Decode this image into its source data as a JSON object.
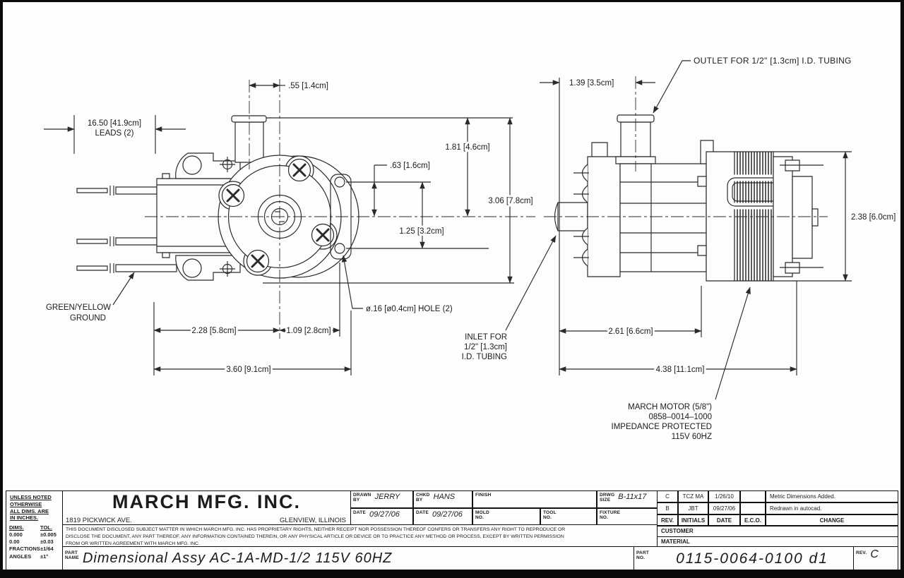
{
  "drawing": {
    "front": {
      "dim_leads_1": "16.50 [41.9cm]",
      "dim_leads_2": "LEADS (2)",
      "dim_offset": ".55 [1.4cm]",
      "dim_181": "1.81 [4.6cm]",
      "dim_63": ".63 [1.6cm]",
      "dim_306": "3.06 [7.8cm]",
      "dim_125": "1.25 [3.2cm]",
      "dim_228": "2.28 [5.8cm]",
      "dim_109": "1.09 [2.8cm]",
      "dim_360": "3.60 [9.1cm]",
      "hole_note": "ø.16 [ø0.4cm] HOLE (2)",
      "ground_1": "GREEN/YELLOW",
      "ground_2": "GROUND"
    },
    "side": {
      "outlet_note": "OUTLET FOR 1/2\" [1.3cm] I.D. TUBING",
      "dim_139": "1.39 [3.5cm]",
      "dim_238": "2.38 [6.0cm]",
      "dim_261": "2.61 [6.6cm]",
      "dim_438": "4.38 [11.1cm]",
      "inlet_1": "INLET FOR",
      "inlet_2": "1/2\" [1.3cm]",
      "inlet_3": "I.D. TUBING",
      "motor_1": "MARCH MOTOR (5/8\")",
      "motor_2": "0858–0014–1000",
      "motor_3": "IMPEDANCE PROTECTED",
      "motor_4": "115V 60HZ"
    }
  },
  "titleblock": {
    "tol": {
      "note": "UNLESS NOTED\nOTHERWISE\nALL DIMS. ARE\nIN INCHES.",
      "dims_h": "DIMS.",
      "tol_h": "TOL.",
      "rows": [
        [
          "0.000",
          "±0.005"
        ],
        [
          "0.00",
          "±0.03"
        ],
        [
          "FRACTIONS",
          "±1/64"
        ],
        [
          "ANGLES",
          "±1°"
        ]
      ]
    },
    "company": {
      "name": "MARCH MFG. INC.",
      "address": "1819 PICKWICK AVE.",
      "city": "GLENVIEW, ILLINOIS"
    },
    "proprietary": "THIS DOCUMENT DISCLOSED SUBJECT MATTER IN WHICH MARCH MFG. INC. HAS PROPRIETARY RIGHTS, NEITHER RECEIPT NOR POSSESSION THEREOF CONFERS OR TRANSFERS ANY RIGHT TO REPRODUCE OR\nDISCLOSE THE DOCUMENT, ANY PART THEREOF, ANY INFORMATION CONTAINED THEREIN, OR ANY PHYSICAL ARTICLE OR DEVICE OR TO PRACTICE ANY METHOD OR PROCESS, EXCEPT BY WRITTEN PERMISSION\nFROM OR WRITTEN AGREEMENT WITH MARCH MFG. INC.",
    "cells": {
      "drawn_label": "DRAWN\nBY",
      "drawn_value": "JERRY",
      "chkd_label": "CHKD\nBY",
      "chkd_value": "HANS",
      "finish_label": "FINISH",
      "drwg_label": "DRWG\nSIZE",
      "drwg_value": "B-11x17",
      "date1_label": "DATE",
      "date1_value": "09/27/06",
      "date2_label": "DATE",
      "date2_value": "09/27/06",
      "mold_label": "MOLD\nNO.",
      "tool_label": "TOOL\nNO.",
      "fixture_label": "FIXTURE\nNO."
    },
    "partname": {
      "label": "PART\nNAME",
      "value": "Dimensional Assy AC-1A-MD-1/2 115V 60HZ"
    },
    "partno": {
      "label": "PART\nNO.",
      "value": "0115-0064-0100 d1",
      "rev_label": "REV.",
      "rev_value": "C"
    },
    "rev": {
      "headers": [
        "REV.",
        "INITIALS",
        "DATE",
        "E.C.O.",
        "CHANGE"
      ],
      "rows": [
        {
          "rev": "C",
          "initials": "TCZ MA",
          "date": "1/26/10",
          "eco": "",
          "change": "Metric Dimensions Added."
        },
        {
          "rev": "B",
          "initials": "JBT",
          "date": "09/27/06",
          "eco": "",
          "change": "Redrawn in autocad."
        }
      ],
      "customer_label": "CUSTOMER",
      "material_label": "MATERIAL"
    }
  }
}
